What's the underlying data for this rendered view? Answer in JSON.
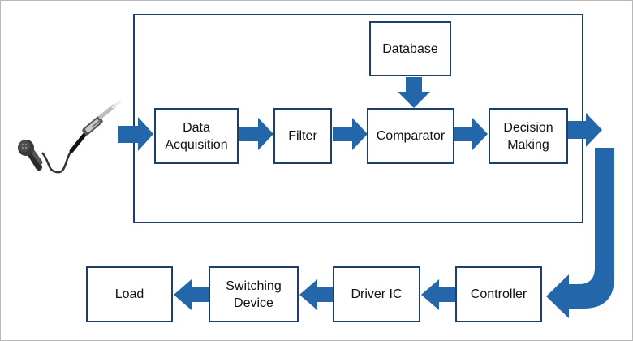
{
  "colors": {
    "arrow": "#2466aa",
    "arrow_dark": "#1c5592",
    "box_border": "#1f3f6b",
    "frame": "#b8b8b8"
  },
  "blocks": {
    "database": "Database",
    "data_acquisition": [
      "Data",
      "Acquisition"
    ],
    "filter": "Filter",
    "comparator": "Comparator",
    "decision_making": [
      "Decision",
      "Making"
    ],
    "controller": "Controller",
    "driver_ic": "Driver IC",
    "switching_device": [
      "Switching",
      "Device"
    ],
    "load": "Load"
  },
  "icons": {
    "input": "microphone-icon"
  }
}
